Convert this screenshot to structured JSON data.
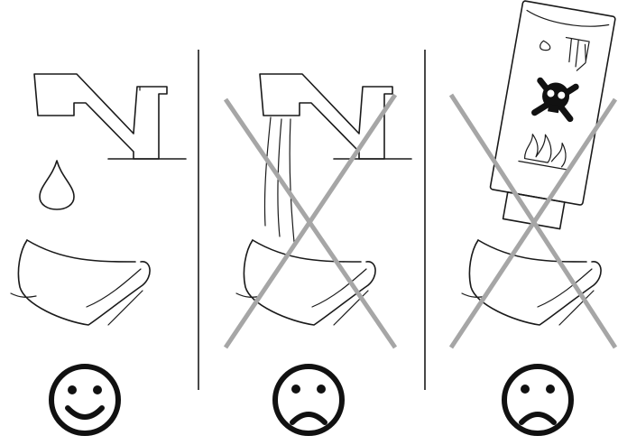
{
  "colors": {
    "ink": "#1a1a1a",
    "cross": "#a6a6a6",
    "face": "#111111",
    "background": "#ffffff"
  },
  "panels": [
    {
      "id": "rinse-with-water",
      "verdict": "allowed",
      "mood": "happy-face-icon",
      "crossed_out": false
    },
    {
      "id": "running-water-stream",
      "verdict": "not-allowed",
      "mood": "sad-face-icon",
      "crossed_out": true
    },
    {
      "id": "chemical-pack-pour",
      "verdict": "not-allowed",
      "mood": "sad-face-icon",
      "crossed_out": true
    }
  ],
  "pack_hazard_icons": [
    "corrosive-hand-icon",
    "skull-crossbones-icon",
    "flammable-flame-icon"
  ]
}
